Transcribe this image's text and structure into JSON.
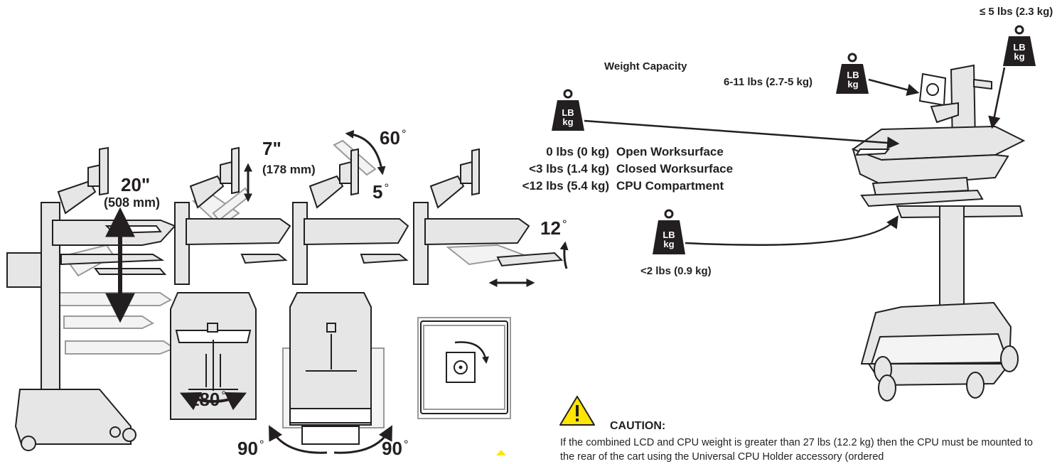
{
  "labels": {
    "max_weight_top": "≤ 5 lbs (2.3 kg)",
    "weight_capacity_title": "Weight Capacity",
    "monitor_weight": "6-11 lbs (2.7-5 kg)",
    "keyboard_weight": "<2 lbs (0.9 kg)",
    "height_adjust": "20\"",
    "height_adjust_mm": "(508 mm)",
    "monitor_lift": "7\"",
    "monitor_lift_mm": "(178 mm)",
    "tilt_up": "60",
    "tilt_down": "5",
    "keyboard_tilt": "12",
    "swivel": "180",
    "rotate_left": "90",
    "rotate_right": "90",
    "weight_icon_lb": "LB",
    "weight_icon_kg": "kg"
  },
  "capacity_rows": [
    {
      "weight": "0 lbs (0 kg)",
      "item": "Open Worksurface"
    },
    {
      "weight": "<3 lbs (1.4 kg)",
      "item": "Closed Worksurface"
    },
    {
      "weight": "<12 lbs (5.4 kg)",
      "item": "CPU Compartment"
    }
  ],
  "caution": {
    "title": "CAUTION:",
    "text": "If the combined LCD and CPU weight is greater than 27 lbs (12.2 kg) then the CPU must be mounted to the rear of the cart using the Universal CPU Holder accessory (ordered"
  },
  "colors": {
    "line": "#231f20",
    "panel_fill": "#e6e6e7",
    "caution_yellow": "#ffe600"
  }
}
